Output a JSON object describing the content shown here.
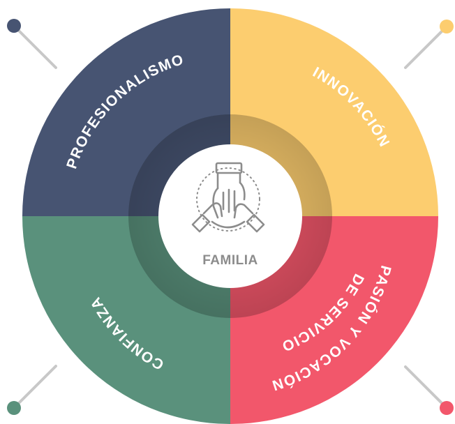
{
  "center": {
    "label": "FAMILIA",
    "icon": "hands-together-icon"
  },
  "quadrants": {
    "top_left": {
      "label": "PROFESIONALISMO",
      "color": "#475472"
    },
    "top_right": {
      "label": "INNOVACIÓN",
      "color": "#fccd6f"
    },
    "bottom_right": {
      "label_line1": "PASIÓN Y VOCACIÓN",
      "label_line2": "DE SERVICIO",
      "color": "#f2576b"
    },
    "bottom_left": {
      "label": "CONFIANZA",
      "color": "#5a917c"
    }
  },
  "colors": {
    "connector": "#c8c8c8",
    "center_fill": "#ffffff",
    "center_text": "#8c8c8c"
  }
}
